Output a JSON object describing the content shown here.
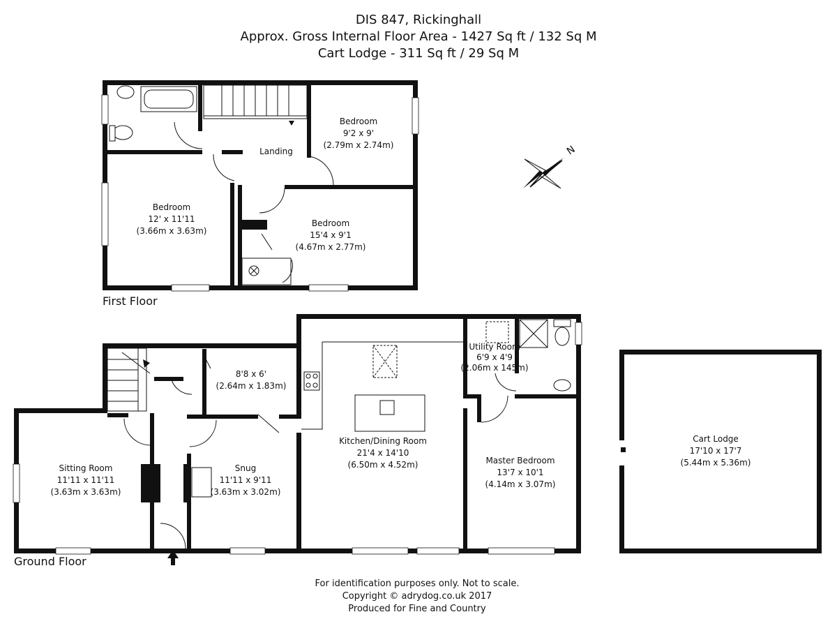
{
  "header": {
    "line1": "DIS 847, Rickinghall",
    "line2": "Approx. Gross Internal Floor Area - 1427 Sq ft / 132 Sq M",
    "line3": "Cart Lodge - 311 Sq ft / 29 Sq M"
  },
  "floors": {
    "first": "First Floor",
    "ground": "Ground Floor"
  },
  "compass": {
    "north": "N"
  },
  "rooms": {
    "bedroom_nw": {
      "name": "Bedroom",
      "imperial": "12' x 11'11",
      "metric": "(3.66m x 3.63m)"
    },
    "bedroom_ne": {
      "name": "Bedroom",
      "imperial": "9'2 x 9'",
      "metric": "(2.79m x 2.74m)"
    },
    "bedroom_se": {
      "name": "Bedroom",
      "imperial": "15'4 x 9'1",
      "metric": "(4.67m x 2.77m)"
    },
    "landing": {
      "name": "Landing"
    },
    "study": {
      "imperial": "8'8 x 6'",
      "metric": "(2.64m x 1.83m)"
    },
    "utility": {
      "name": "Utility Room",
      "imperial": "6'9 x 4'9",
      "metric": "(2.06m x 145m)"
    },
    "kitchen": {
      "name": "Kitchen/Dining Room",
      "imperial": "21'4 x 14'10",
      "metric": "(6.50m x 4.52m)"
    },
    "master": {
      "name": "Master Bedroom",
      "imperial": "13'7 x 10'1",
      "metric": "(4.14m x 3.07m)"
    },
    "sitting": {
      "name": "Sitting Room",
      "imperial": "11'11 x 11'11",
      "metric": "(3.63m x 3.63m)"
    },
    "snug": {
      "name": "Snug",
      "imperial": "11'11 x 9'11",
      "metric": "(3.63m x 3.02m)"
    },
    "cart": {
      "name": "Cart Lodge",
      "imperial": "17'10 x 17'7",
      "metric": "(5.44m x 5.36m)"
    }
  },
  "footer": {
    "line1": "For identification purposes only. Not to scale.",
    "line2": "Copyright © adrydog.co.uk 2017",
    "line3": "Produced for Fine and Country"
  }
}
